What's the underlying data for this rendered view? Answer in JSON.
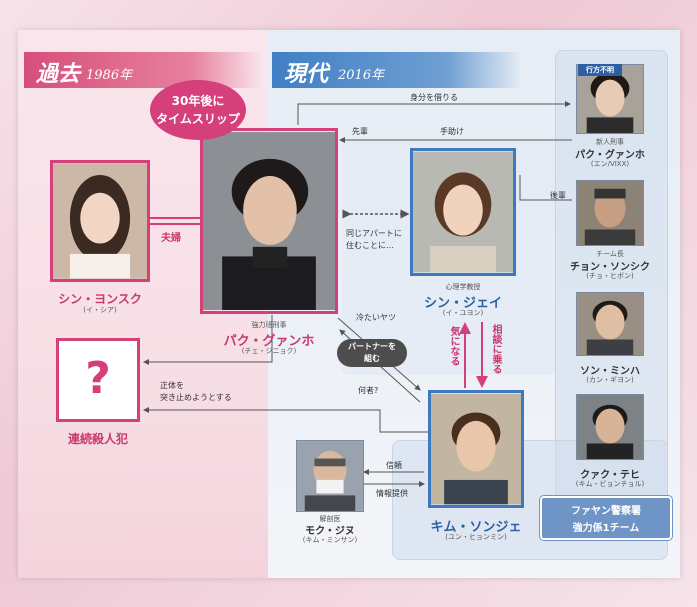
{
  "sections": {
    "past": {
      "title": "過去",
      "year": "1986年"
    },
    "present": {
      "title": "現代",
      "year": "2016年"
    }
  },
  "bubble": {
    "line1": "30年後に",
    "line2": "タイムスリップ"
  },
  "characters": {
    "shin_yonsuk": {
      "name": "シン・ヨンスク",
      "actor": "(イ・シア)"
    },
    "park_main": {
      "role": "強力班刑事",
      "name": "パク・グァンホ",
      "actor": "(チェ・ジニョク)"
    },
    "killer": {
      "symbol": "?",
      "name": "連続殺人犯"
    },
    "shin_jei": {
      "role": "心理学教授",
      "name": "シン・ジェイ",
      "actor": "(イ・ユヨン)"
    },
    "kim_sonje": {
      "name": "キム・ソンジェ",
      "actor": "(ユン・ヒョンミン)"
    },
    "mok_jinu": {
      "role": "解剖医",
      "name": "モク・ジヌ",
      "actor": "(キム・ミンサン)"
    },
    "park_new": {
      "badge": "行方不明",
      "role": "新人刑事",
      "name": "パク・グァンホ",
      "actor": "(エン/VIXX)"
    },
    "chon_sonsik": {
      "role": "チーム長",
      "name": "チョン・ソンシク",
      "actor": "(チョ・ヒボン)"
    },
    "son_minha": {
      "name": "ソン・ミンハ",
      "actor": "(カン・ギヨン)"
    },
    "kwak_tehi": {
      "name": "クァク・テヒ",
      "actor": "(キム・ビョンチョル)"
    }
  },
  "relations": {
    "fuufu": "夫婦",
    "mibun": "身分を借りる",
    "senpai": "先輩",
    "tedasuke": "手助け",
    "kouhai": "後輩",
    "onaji_line1": "同じアパートに",
    "onaji_line2": "住むことに…",
    "tsumetai": "冷たいヤツ",
    "partner_line1": "パートナーを",
    "partner_line2": "組む",
    "shoutai_line1": "正体を",
    "shoutai_line2": "突き止めようとする",
    "nanimono": "何者?",
    "ki_ni_naru": "気になる",
    "soudan": "相談に乗る",
    "shinrai": "信頼",
    "jouhou": "情報提供"
  },
  "team": {
    "line1": "ファヤン警察署",
    "line2": "強力係1チーム"
  },
  "colors": {
    "pink": "#d6407a",
    "blue": "#3f79bd",
    "dark": "#4d4d4d"
  }
}
